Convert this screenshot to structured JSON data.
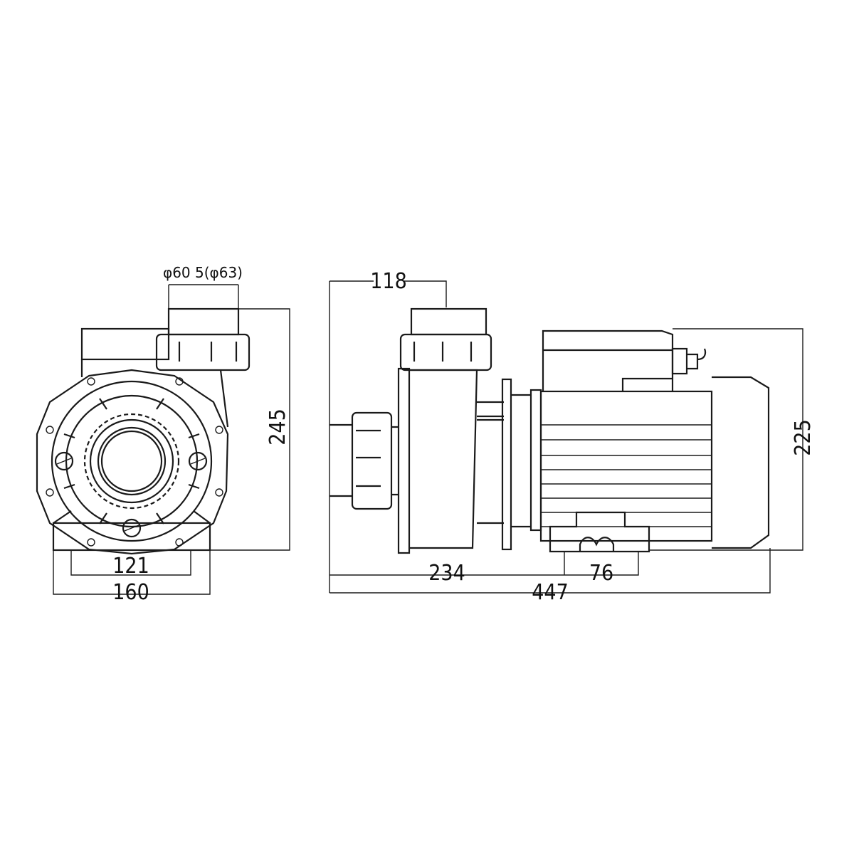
{
  "front_view": {
    "pipe_diameter_label": "φ60 5(φ63)",
    "height": "245",
    "base_inner_width": "121",
    "base_outer_width": "160"
  },
  "side_view": {
    "outlet_offset": "118",
    "height": "225",
    "foot_offset": "234",
    "foot_width": "76",
    "total_length": "447"
  },
  "colors": {
    "line": "#1a1a1a",
    "background": "#ffffff"
  }
}
